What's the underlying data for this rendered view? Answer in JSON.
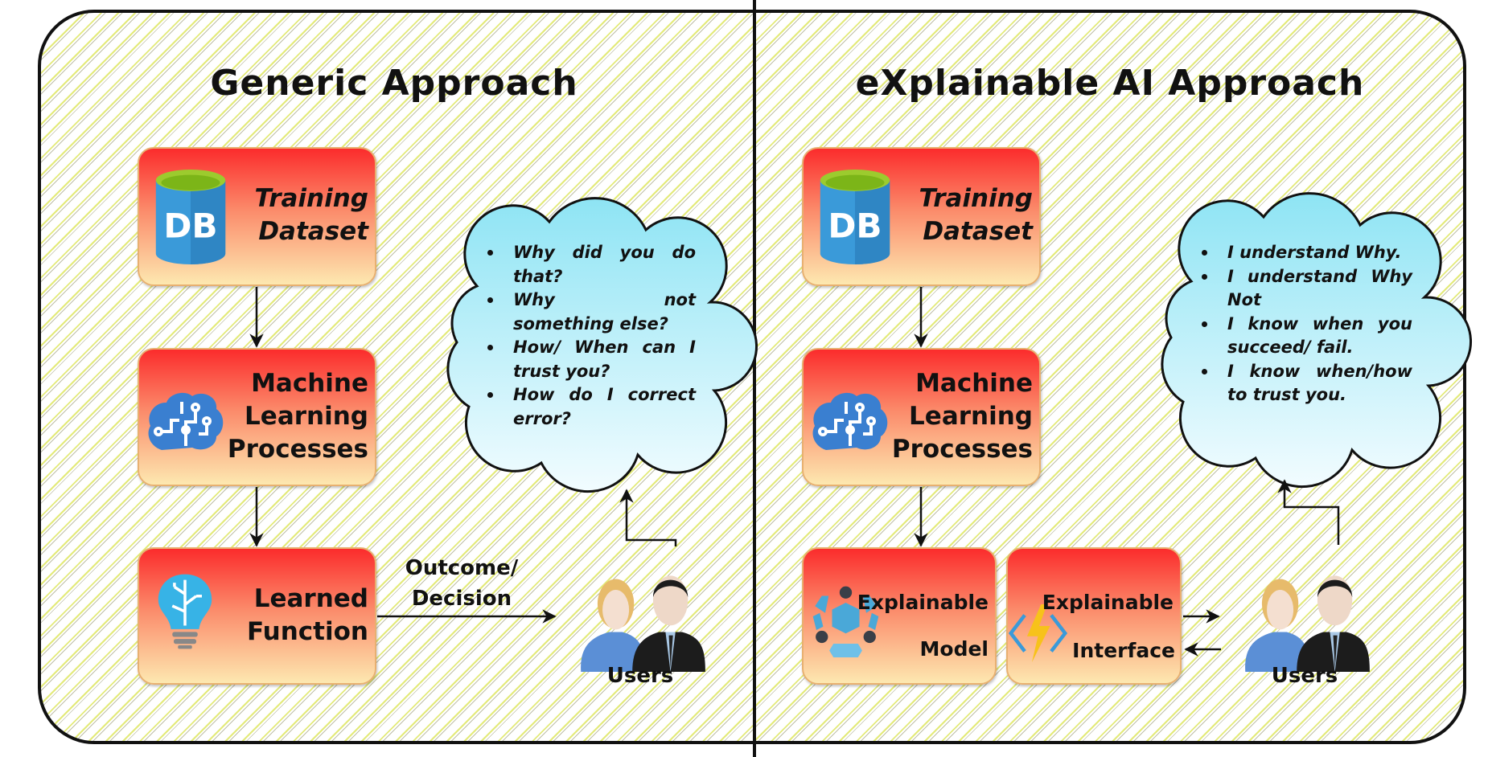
{
  "left": {
    "title": "Generic Approach",
    "training": {
      "line1": "Training",
      "line2": "Dataset",
      "icon": "db-icon"
    },
    "ml": {
      "line1": "Machine",
      "line2": "Learning",
      "line3": "Processes",
      "icon": "brain-circuit-icon"
    },
    "learned": {
      "line1": "Learned",
      "line2": "Function",
      "icon": "lightbulb-brain-icon"
    },
    "edge_label": {
      "line1": "Outcome/",
      "line2": "Decision"
    },
    "cloud": [
      "Why did you do that?",
      "Why not something else?",
      "How/ When can I trust you?",
      "How do I correct error?"
    ],
    "users": "Users"
  },
  "right": {
    "title": "eXplainable AI Approach",
    "training": {
      "line1": "Training",
      "line2": "Dataset",
      "icon": "db-icon"
    },
    "ml": {
      "line1": "Machine",
      "line2": "Learning",
      "line3": "Processes",
      "icon": "brain-circuit-icon"
    },
    "model": {
      "line1": "Explainable",
      "line2": "Model",
      "icon": "hexagon-model-icon"
    },
    "interface": {
      "line1": "Explainable",
      "line2": "Interface",
      "icon": "lightning-code-icon"
    },
    "cloud": [
      "I understand Why.",
      "I understand Why Not",
      "I know when you succeed/ fail.",
      "I know when/how to trust you."
    ],
    "users": "Users"
  },
  "colors": {
    "box_top": "#fb2c2c",
    "box_bottom": "#fde8b0",
    "cloud": "#a6ecf7",
    "hatch": "#e3ea7a"
  }
}
